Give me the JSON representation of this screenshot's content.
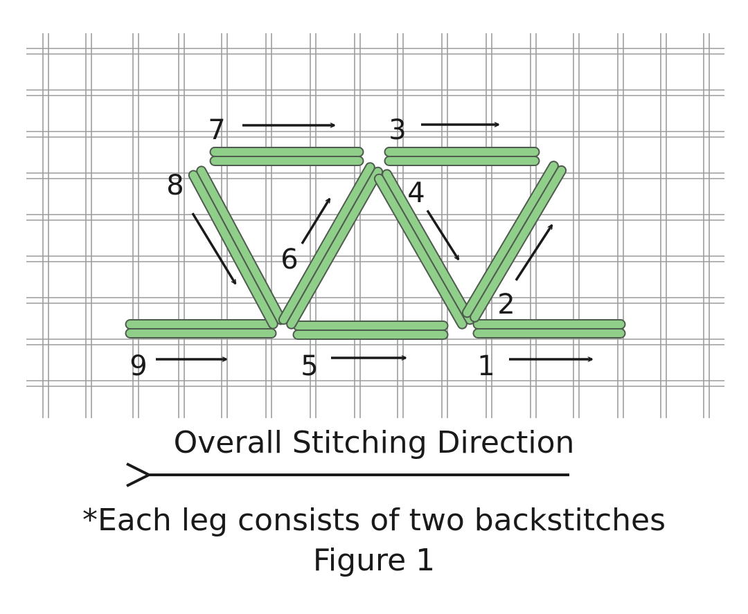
{
  "colors": {
    "canvas": "#ffffff",
    "grid_thread": "#9a9a9a",
    "stitch_fill": "#8fcf8a",
    "stitch_outline": "#4f5b4f",
    "ink": "#1a1a1a"
  },
  "steps": [
    {
      "number": "1",
      "type": "horizontal"
    },
    {
      "number": "2",
      "type": "diagonal-up"
    },
    {
      "number": "3",
      "type": "horizontal"
    },
    {
      "number": "4",
      "type": "diagonal-down"
    },
    {
      "number": "5",
      "type": "horizontal"
    },
    {
      "number": "6",
      "type": "diagonal-up"
    },
    {
      "number": "7",
      "type": "horizontal"
    },
    {
      "number": "8",
      "type": "diagonal-down"
    },
    {
      "number": "9",
      "type": "horizontal"
    }
  ],
  "direction_label": "Overall Stitching Direction",
  "note": "*Each leg consists of two backstitches",
  "figure_title": "Figure 1"
}
